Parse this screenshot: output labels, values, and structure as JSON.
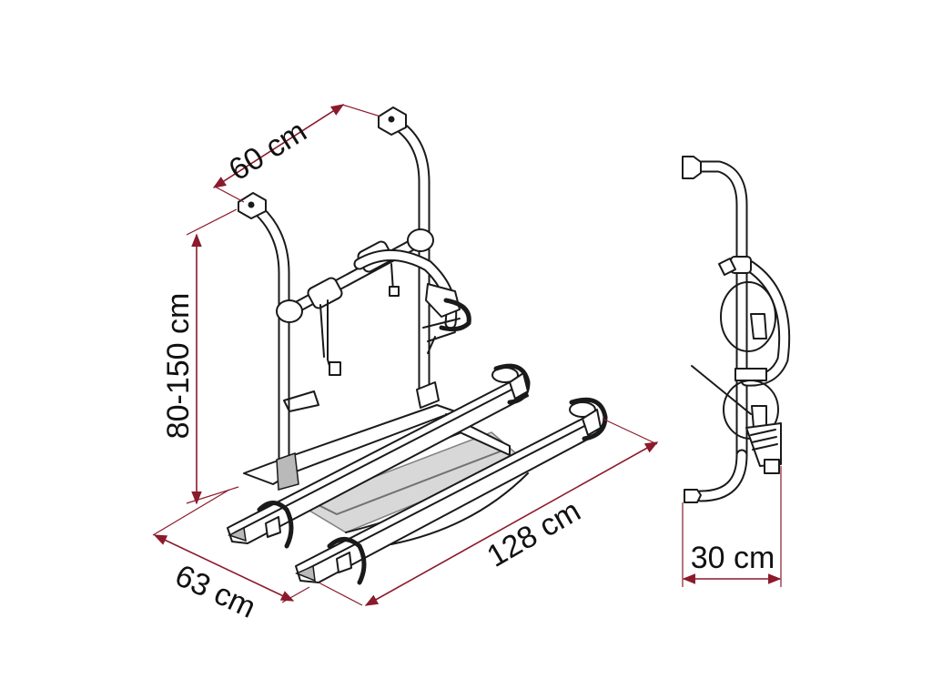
{
  "dimensions": {
    "width_top": "60 cm",
    "height": "80-150 cm",
    "depth": "63 cm",
    "length": "128 cm",
    "side_depth": "30 cm"
  },
  "colors": {
    "dimension_line": "#8b1a2b",
    "outline": "#1a1a1a",
    "background": "#ffffff"
  }
}
